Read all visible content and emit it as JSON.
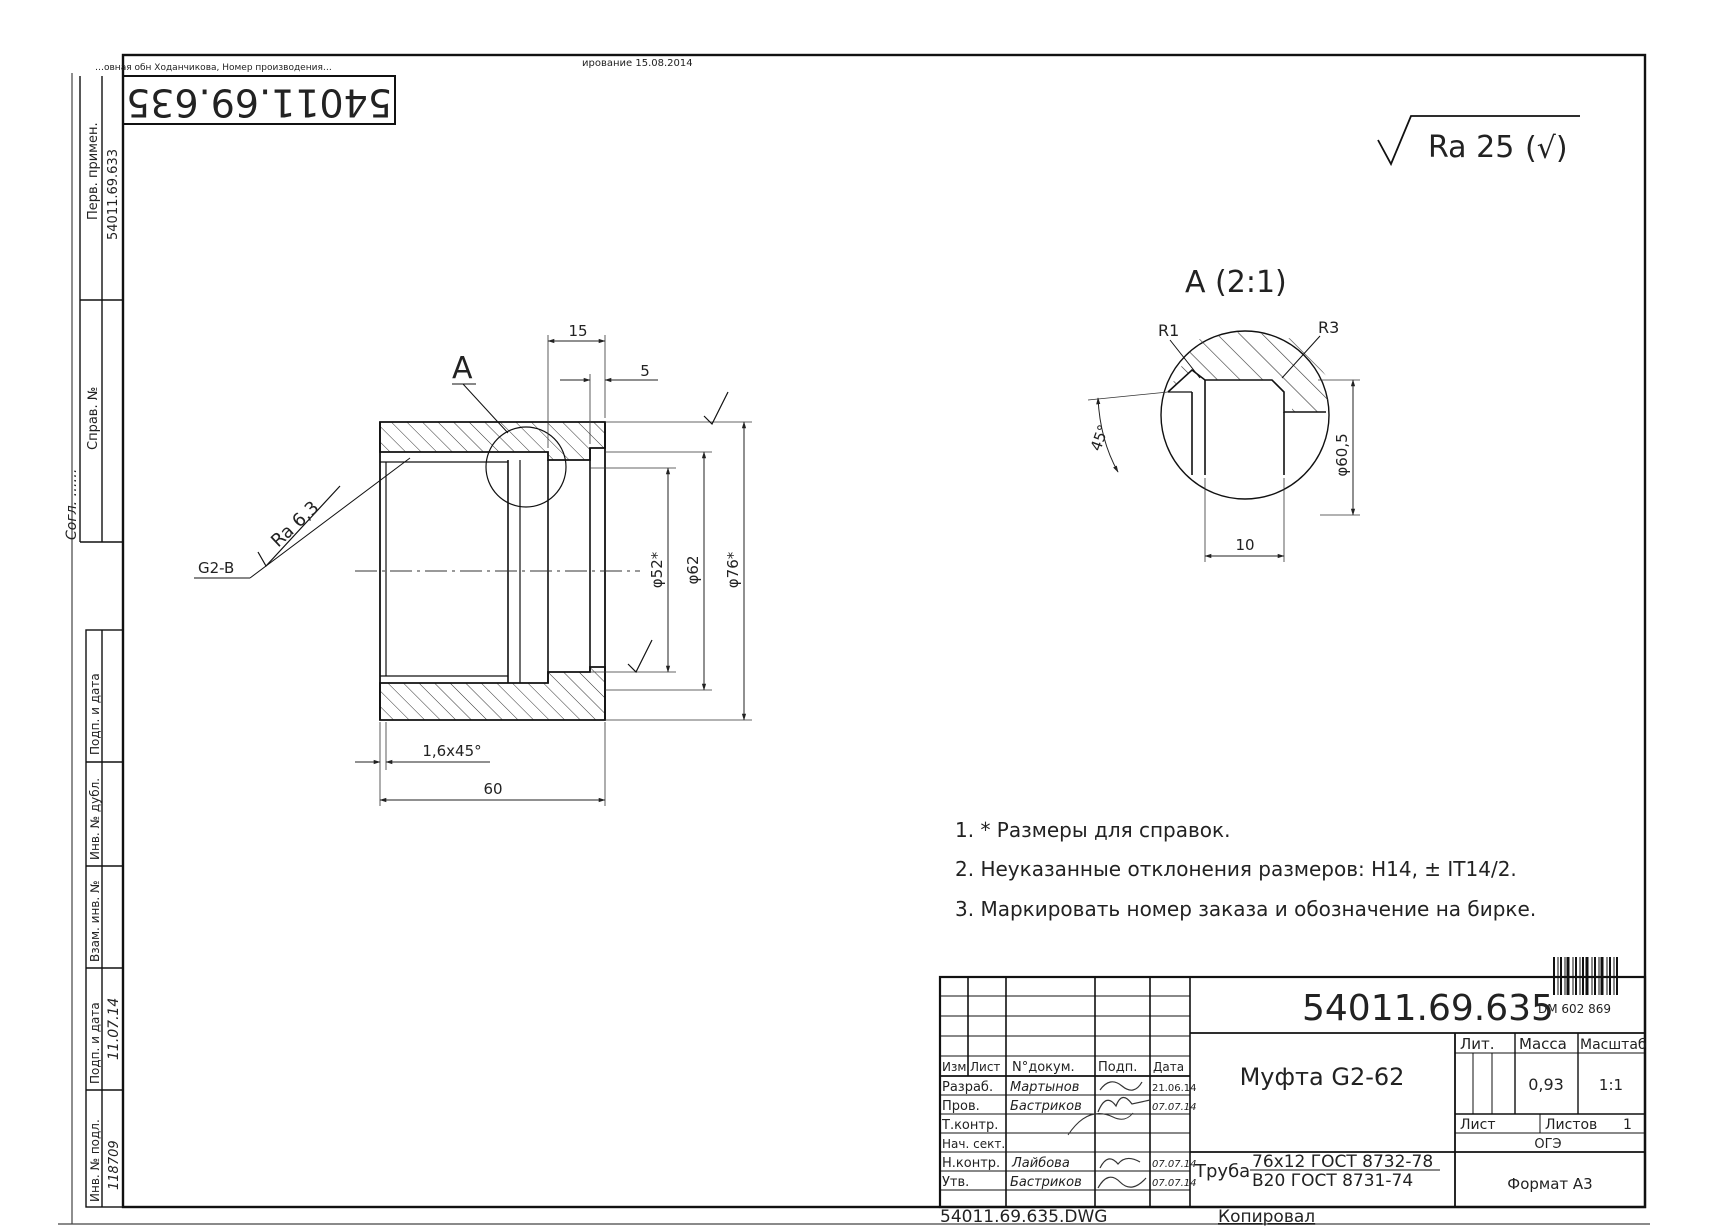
{
  "top_strip": {
    "copied_stamp": "ирование 15.08.2014",
    "scan_header": "…овная обн Ходанчикова, Номер производения…"
  },
  "designation_upside_down": "54011.69.635",
  "surface_finish_general": {
    "label": "Ra 25",
    "check": "(√)"
  },
  "side_strip": {
    "perv_primen": "Перв. примен.",
    "perv_primen_value": "54011.69.633",
    "sprav_no": "Справ. №",
    "podp_i_data": "Подп. и дата",
    "inv_no_dubl": "Инв. № дубл.",
    "vzam_inv_no": "Взам. инв. №",
    "podl_i_data": "Подп. и дата",
    "inv_no_podl": "Инв. № подл.",
    "inv_no_podl_value": "118709",
    "sign_date": "11.07.14",
    "handwritten_top": "Согл. ……"
  },
  "main_view": {
    "section_mark": "A",
    "dims": {
      "d15": "15",
      "d5": "5",
      "d52": "φ52*",
      "d62": "φ62",
      "d76": "φ76*",
      "chamfer": "1,6x45°",
      "length": "60"
    },
    "thread_label": "G2-B",
    "roughness": "Ra 6,3"
  },
  "detail_view": {
    "title": "A (2:1)",
    "r1": "R1",
    "r3": "R3",
    "angle": "45°",
    "d605": "φ60,5",
    "w10": "10"
  },
  "notes": [
    "1. * Размеры для справок.",
    "2. Неуказанные отклонения размеров: H14, ± IT14/2.",
    "3. Маркировать номер заказа и обозначение на бирке."
  ],
  "title_block": {
    "designation": "54011.69.635",
    "barcode_caption": "DM 602 869",
    "name": "Муфта G2-62",
    "headers": {
      "izm": "Изм",
      "list": "Лист",
      "n_dokum": "N°докум.",
      "podp": "Подп.",
      "data": "Дата"
    },
    "roles": [
      {
        "role": "Разраб.",
        "name": "Мартынов",
        "date": "21.06.14"
      },
      {
        "role": "Пров.",
        "name": "Бастриков",
        "date": "07.07.14"
      },
      {
        "role": "Т.контр.",
        "name": "",
        "date": ""
      },
      {
        "role": "Нач. сект.",
        "name": "",
        "date": ""
      },
      {
        "role": "Н.контр.",
        "name": "Лайбова",
        "date": "07.07.14"
      },
      {
        "role": "Утв.",
        "name": "Бастриков",
        "date": "07.07.14"
      }
    ],
    "lit_label": "Лит.",
    "massa_label": "Масса",
    "masshtab_label": "Масштаб",
    "massa_value": "0,93",
    "masshtab_value": "1:1",
    "list_label": "Лист",
    "listov_label": "Листов",
    "listov_value": "1",
    "org": "ОГЭ",
    "material_prefix": "Труба",
    "material_line1": "76x12 ГОСТ 8732-78",
    "material_line2": "В20 ГОСТ 8731-74",
    "file_name": "54011.69.635.DWG",
    "copied": "Копировал",
    "format": "Формат А3"
  }
}
